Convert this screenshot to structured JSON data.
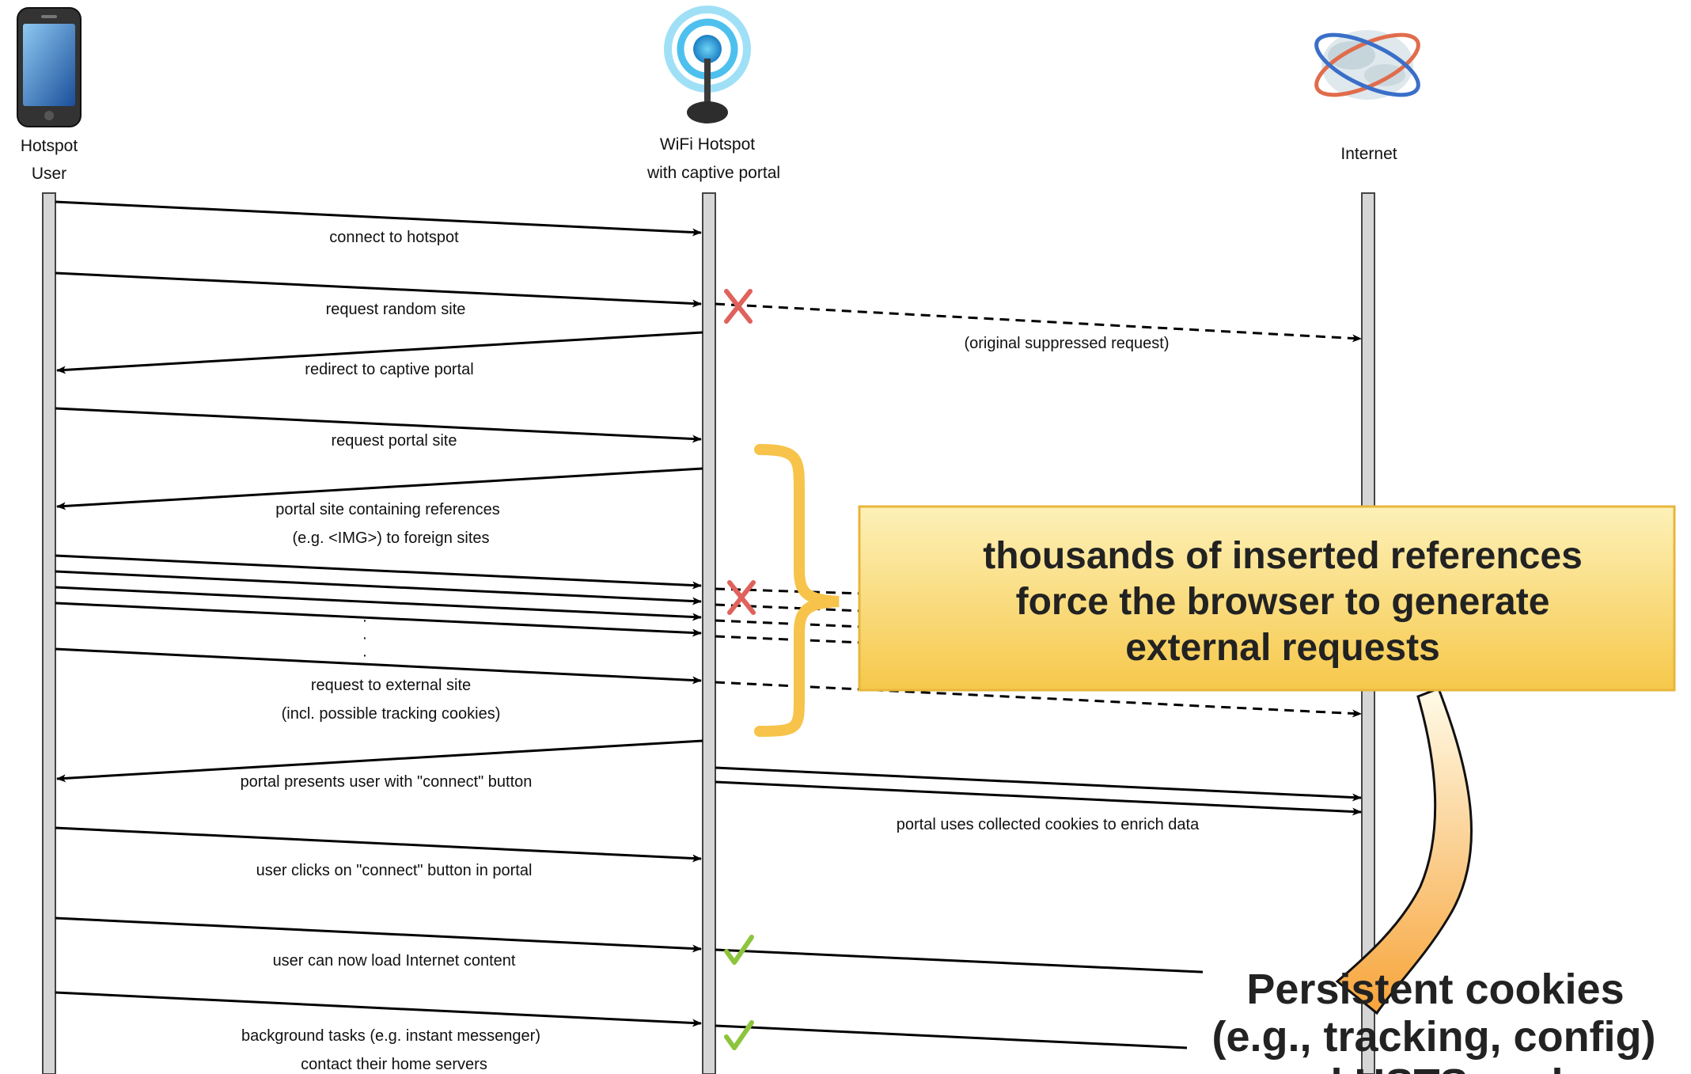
{
  "actors": [
    {
      "line1": "Hotspot",
      "line2": "User"
    },
    {
      "line1": "WiFi Hotspot",
      "line2": "with captive portal"
    },
    {
      "line1": "Internet",
      "line2": ""
    }
  ],
  "icons": [
    "smartphone-icon",
    "wifi-antenna-icon",
    "globe-icon",
    "cross-icon",
    "checkmark-icon",
    "curly-brace-icon"
  ],
  "messages": [
    {
      "text": "connect to hotspot"
    },
    {
      "text": "request random site"
    },
    {
      "text": "(original suppressed request)"
    },
    {
      "text": "redirect to captive portal"
    },
    {
      "text": "request portal site"
    },
    {
      "text": "portal site containing references",
      "text2": "(e.g. <IMG>) to foreign sites"
    },
    {
      "text": "request to external site",
      "text2": "(incl. possible tracking cookies)"
    },
    {
      "text": "portal presents user with \"connect\" button"
    },
    {
      "text": "portal uses collected cookies to enrich data"
    },
    {
      "text": "user clicks on \"connect\" button in portal"
    },
    {
      "text": "user can now load Internet content"
    },
    {
      "text": "background tasks (e.g. instant messenger)",
      "text2": "contact their home servers"
    }
  ],
  "ellipsis": "·",
  "callout": {
    "lines": [
      "thousands of inserted references",
      "force the browser to generate",
      "external requests"
    ],
    "fill": "#fbd869",
    "border": "#e7b63c"
  },
  "cookies": {
    "lines": [
      "Persistent cookies",
      "(e.g., tracking, config)",
      "and HSTS cache"
    ]
  },
  "colors": {
    "lifeline": "#d6d6d6",
    "arrow": "#000000",
    "cross": "#e0625c",
    "check": "#8cc43c",
    "brace": "#f7c34a",
    "curve": "#f7a43a"
  }
}
